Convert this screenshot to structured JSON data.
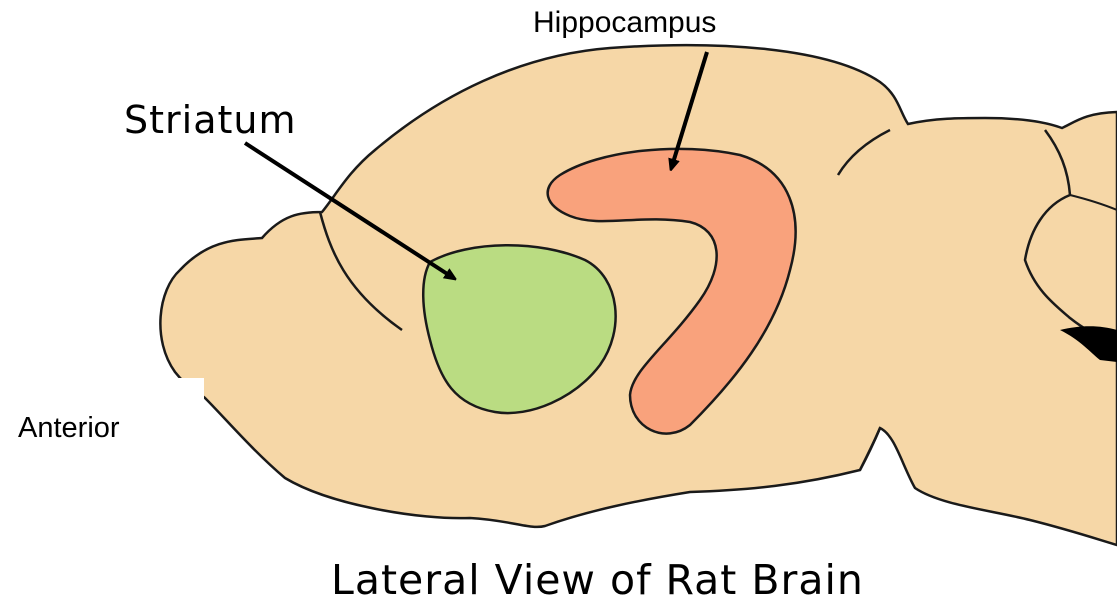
{
  "labels": {
    "hippocampus": "Hippocampus",
    "striatum": "Striatum",
    "anterior": "Anterior",
    "caption": "Lateral View of Rat Brain"
  },
  "colors": {
    "brain_fill": "#F6D7A7",
    "striatum_fill": "#BADC82",
    "hippocampus_fill": "#F9A27C",
    "outline": "#1a1a1a",
    "arrow": "#000000",
    "background": "#ffffff"
  }
}
